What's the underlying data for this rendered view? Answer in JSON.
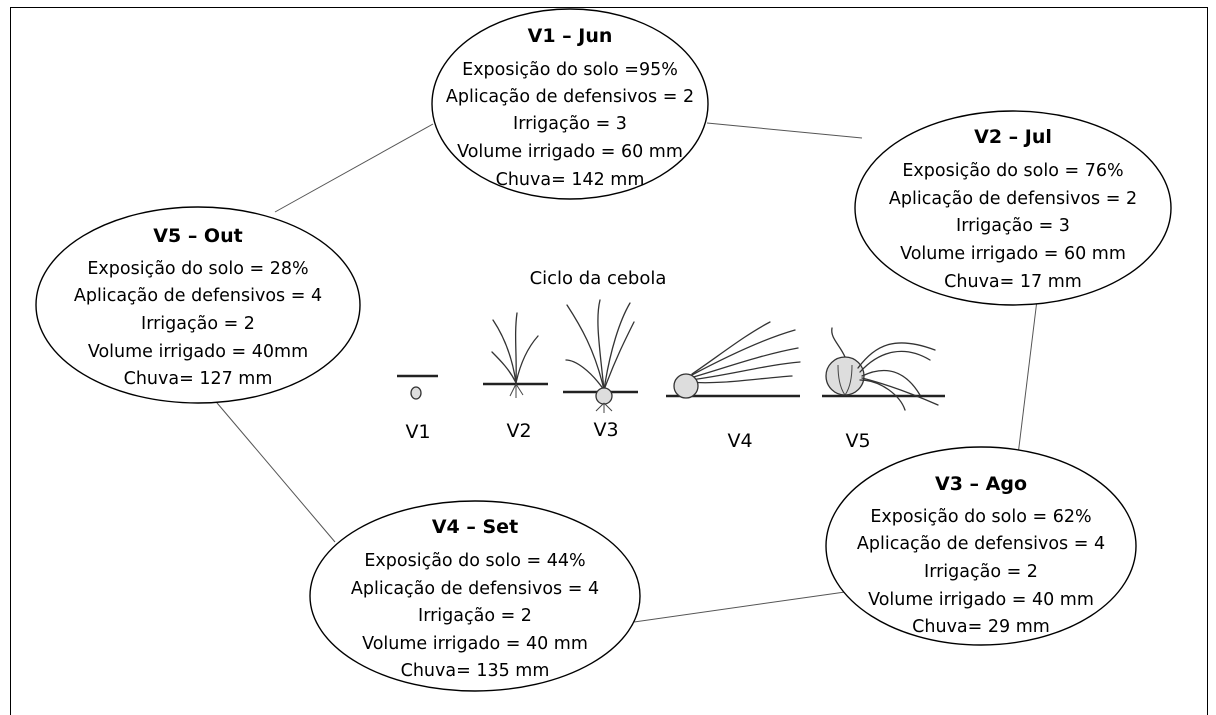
{
  "center_title": "Ciclo da cebola",
  "stages": [
    "V1",
    "V2",
    "V3",
    "V4",
    "V5"
  ],
  "nodes": {
    "v1": {
      "title": "V1 – Jun",
      "lines": [
        "Exposição do solo =95%",
        "Aplicação de defensivos = 2",
        "Irrigação = 3",
        "Volume irrigado = 60 mm",
        "Chuva= 142 mm"
      ]
    },
    "v2": {
      "title": "V2 – Jul",
      "lines": [
        "Exposição do solo = 76%",
        "Aplicação de defensivos = 2",
        "Irrigação = 3",
        "Volume irrigado = 60 mm",
        "Chuva= 17 mm"
      ]
    },
    "v3": {
      "title": "V3 – Ago",
      "lines": [
        "Exposição do solo = 62%",
        "Aplicação de defensivos = 4",
        "Irrigação = 2",
        "Volume irrigado = 40 mm",
        "Chuva= 29 mm"
      ]
    },
    "v4": {
      "title": "V4 – Set",
      "lines": [
        "Exposição do solo = 44%",
        "Aplicação de defensivos = 4",
        "Irrigação = 2",
        "Volume irrigado = 40 mm",
        "Chuva= 135 mm"
      ]
    },
    "v5": {
      "title": "V5 – Out",
      "lines": [
        "Exposição do solo = 28%",
        "Aplicação de defensivos = 4",
        "Irrigação = 2",
        "Volume irrigado = 40mm",
        "Chuva= 127 mm"
      ]
    }
  }
}
